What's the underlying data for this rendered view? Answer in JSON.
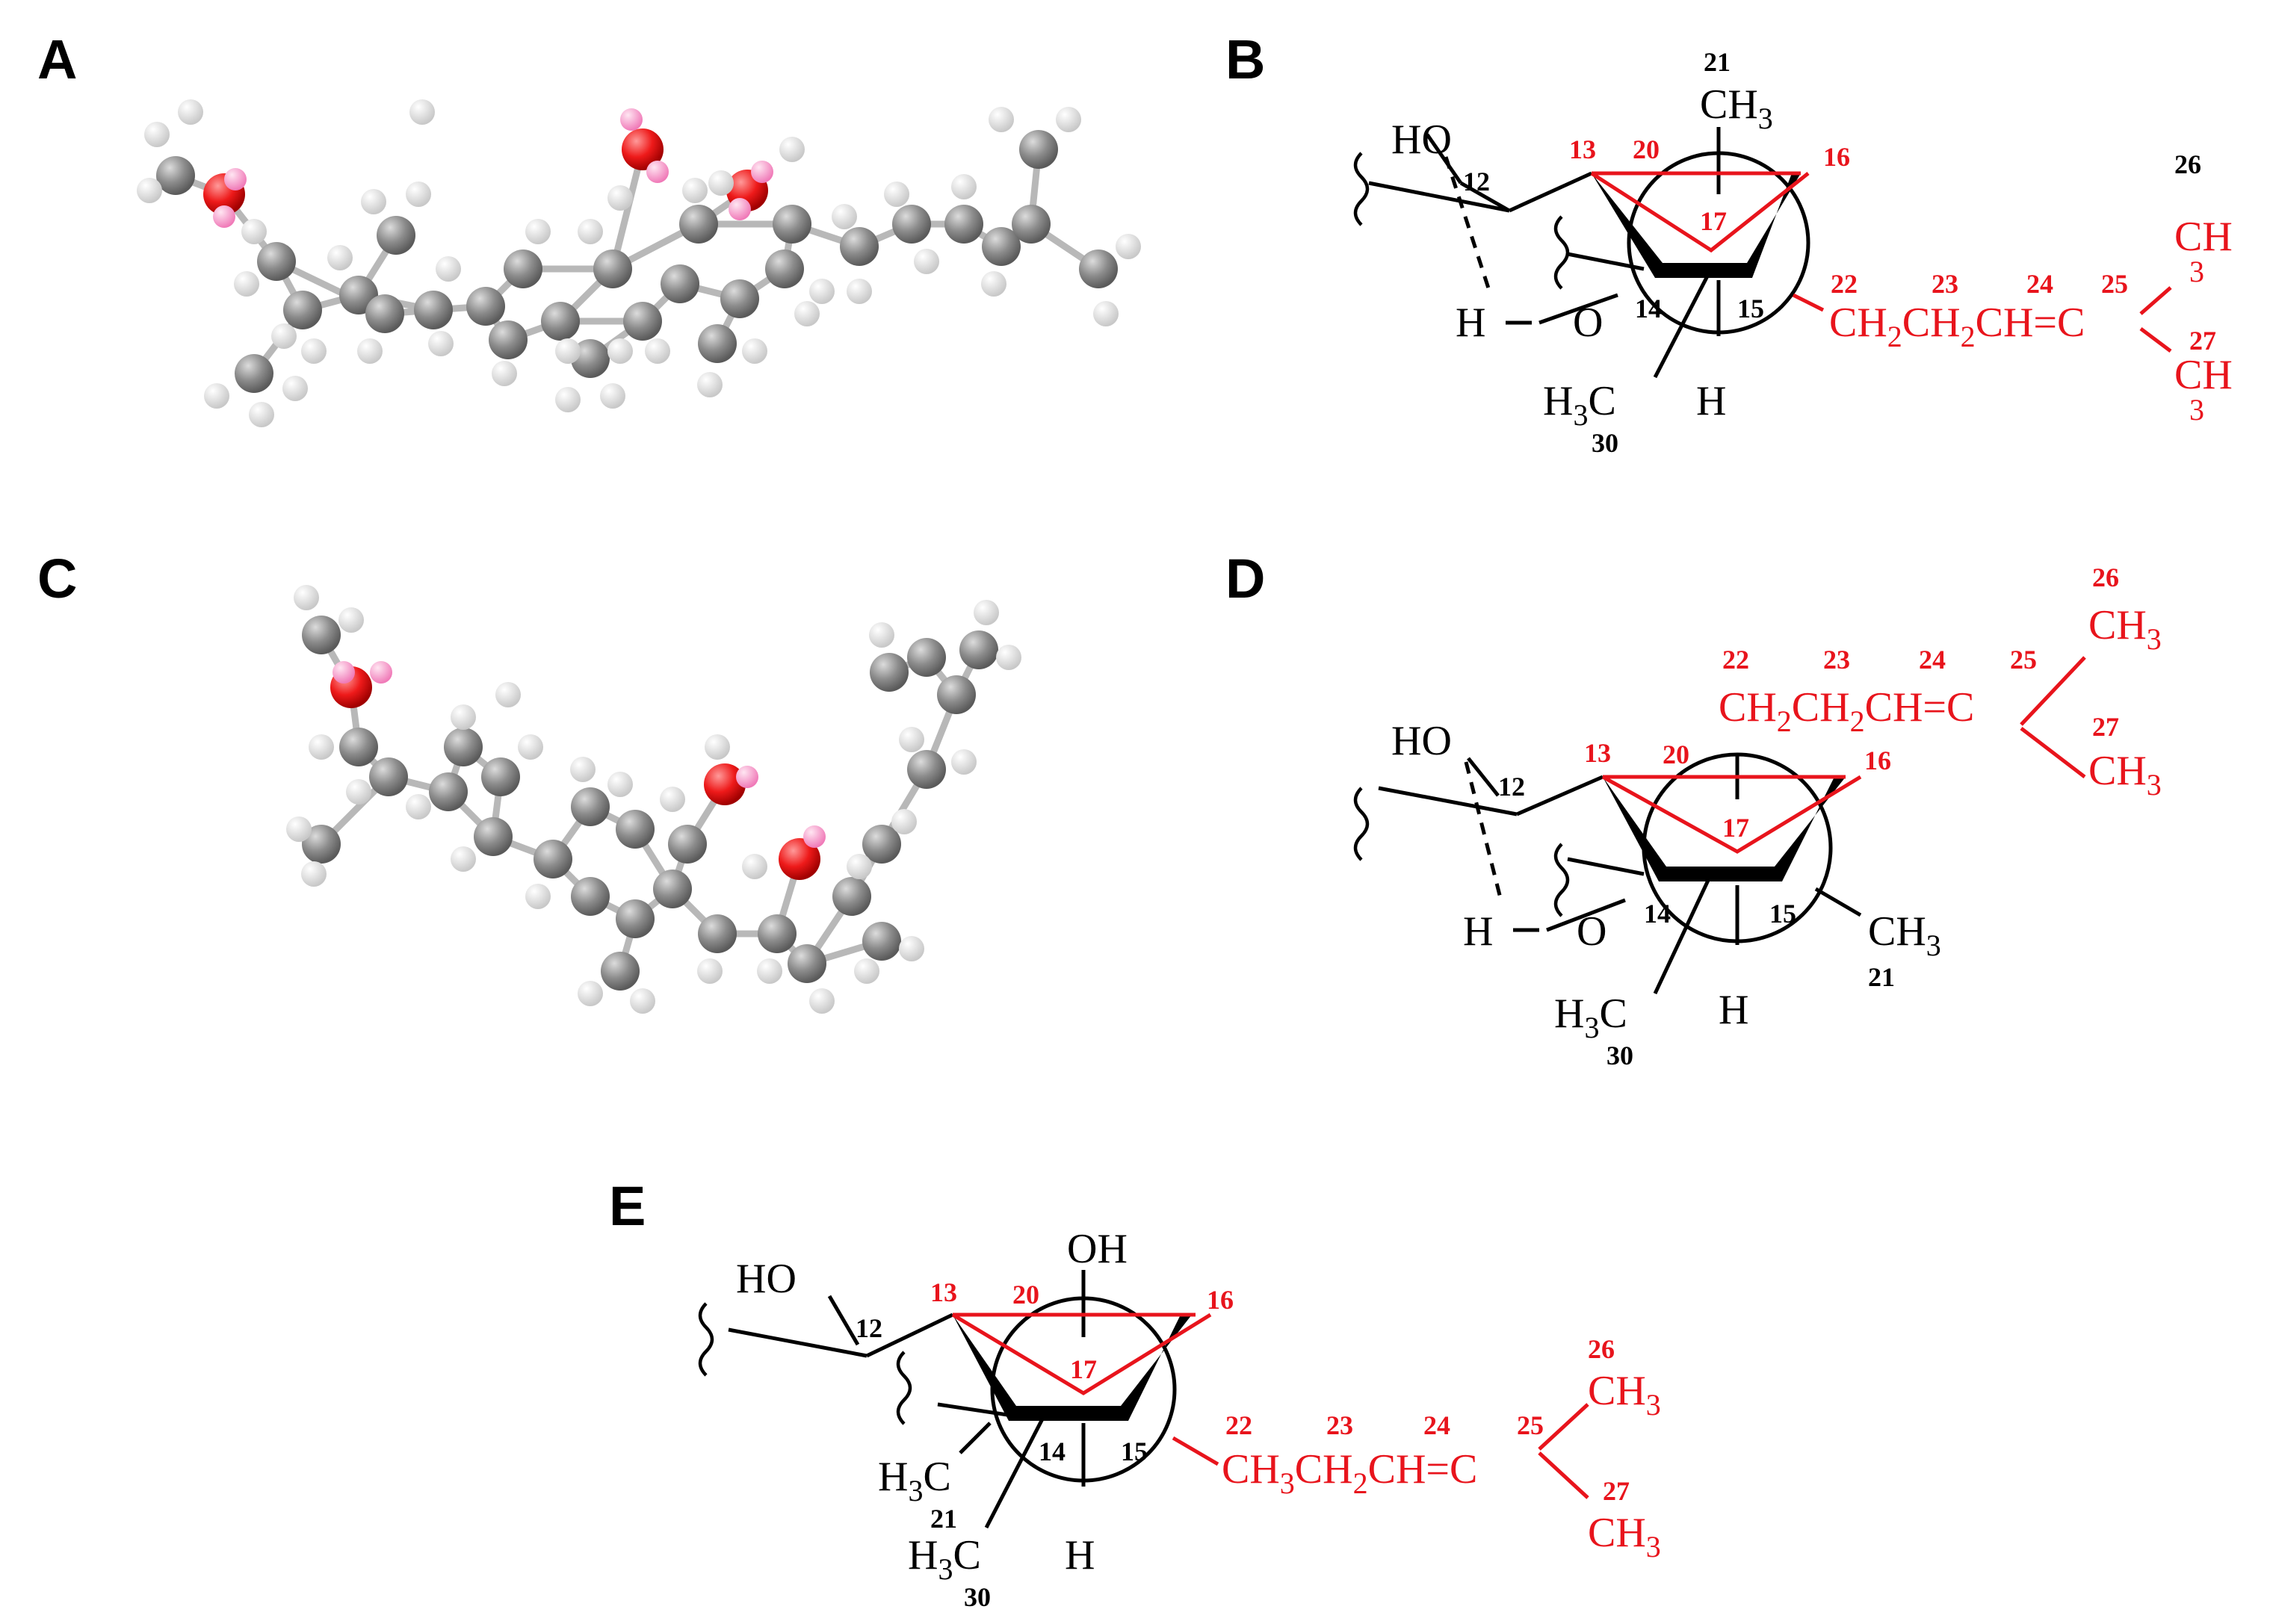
{
  "panels": {
    "A": {
      "label": "A"
    },
    "B": {
      "label": "B",
      "atoms": {
        "HO": "HO",
        "H_hb": "H",
        "O": "O",
        "H_bottom": "H",
        "CH3_21": "CH",
        "CH3_21_sub": "3",
        "H3C_30_H": "H",
        "H3C_30_sub": "3",
        "H3C_30_C": "C",
        "chain_CH2a": "CH",
        "chain_CH2a_sub": "2",
        "chain_CH2b": "CH",
        "chain_CH2b_sub": "2",
        "chain_rest": "CH=C",
        "CH3_26": "CH",
        "CH3_26_sub": "3",
        "CH3_27": "CH",
        "CH3_27_sub": "3"
      },
      "numbers": {
        "n12": "12",
        "n13": "13",
        "n14": "14",
        "n15": "15",
        "n16": "16",
        "n17": "17",
        "n20": "20",
        "n21": "21",
        "n22": "22",
        "n23": "23",
        "n24": "24",
        "n25": "25",
        "n26": "26",
        "n27": "27",
        "n30": "30"
      }
    },
    "C": {
      "label": "C"
    },
    "D": {
      "label": "D",
      "atoms": {
        "HO": "HO",
        "H_hb": "H",
        "O": "O",
        "H_bottom": "H",
        "CH3_21": "CH",
        "CH3_21_sub": "3",
        "H3C_30_H": "H",
        "H3C_30_sub": "3",
        "H3C_30_C": "C",
        "chain_CH2a": "CH",
        "chain_CH2a_sub": "2",
        "chain_CH2b": "CH",
        "chain_CH2b_sub": "2",
        "chain_rest": "CH=C",
        "CH3_26": "CH",
        "CH3_26_sub": "3",
        "CH3_27": "CH",
        "CH3_27_sub": "3"
      },
      "numbers": {
        "n12": "12",
        "n13": "13",
        "n14": "14",
        "n15": "15",
        "n16": "16",
        "n17": "17",
        "n20": "20",
        "n21": "21",
        "n22": "22",
        "n23": "23",
        "n24": "24",
        "n25": "25",
        "n26": "26",
        "n27": "27",
        "n30": "30"
      }
    },
    "E": {
      "label": "E",
      "atoms": {
        "HO": "HO",
        "OH_top": "OH",
        "H_bottom": "H",
        "H3C_21_H": "H",
        "H3C_21_sub": "3",
        "H3C_21_C": "C",
        "H3C_30_H": "H",
        "H3C_30_sub": "3",
        "H3C_30_C": "C",
        "chain_CH3": "CH",
        "chain_CH3_sub": "3",
        "chain_CH2": "CH",
        "chain_CH2_sub": "2",
        "chain_rest": "CH=C",
        "CH3_26": "CH",
        "CH3_26_sub": "3",
        "CH3_27": "CH",
        "CH3_27_sub": "3"
      },
      "numbers": {
        "n12": "12",
        "n13": "13",
        "n14": "14",
        "n15": "15",
        "n16": "16",
        "n17": "17",
        "n20": "20",
        "n21": "21",
        "n22": "22",
        "n23": "23",
        "n24": "24",
        "n25": "25",
        "n26": "26",
        "n27": "27",
        "n30": "30"
      }
    }
  },
  "colors": {
    "highlight": "#e8141c",
    "carbon": "#8a8a8a",
    "hydrogen": "#f2f2f2",
    "oxygen": "#e8141c",
    "polar_h": "#f59ac8",
    "ink": "#000000"
  }
}
